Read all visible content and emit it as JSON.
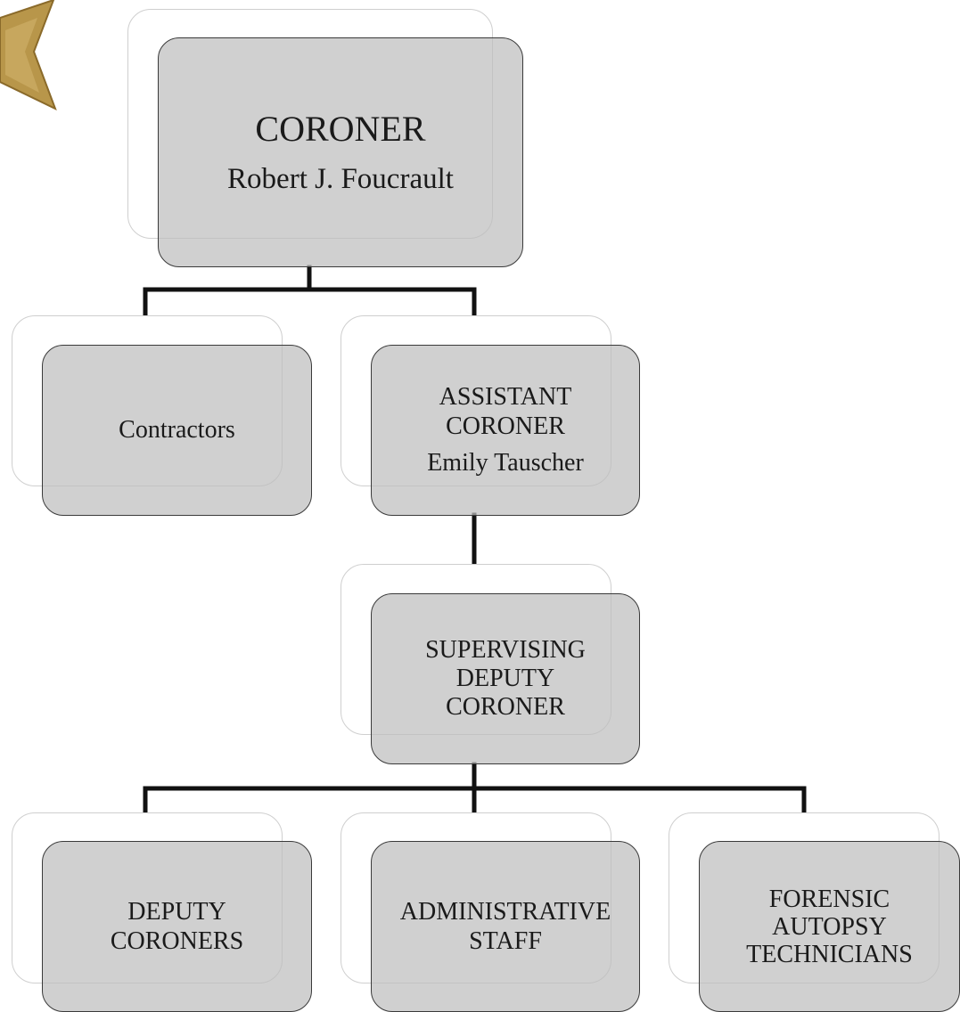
{
  "colors": {
    "node_fill": "#bdbdbd",
    "node_border": "#3a3a3a",
    "back_fill": "#ffffff",
    "connector": "#111111",
    "badge": "#b8964a"
  },
  "badge": {
    "icon": "star-badge-icon"
  },
  "nodes": {
    "coroner": {
      "title": "CORONER",
      "name": "Robert J. Foucrault"
    },
    "contractors": {
      "title": "Contractors"
    },
    "assistant_coroner": {
      "title": "ASSISTANT\nCORONER",
      "name": "Emily Tauscher"
    },
    "supervising_deputy": {
      "title": "SUPERVISING\nDEPUTY\nCORONER"
    },
    "deputy_coroners": {
      "title": "DEPUTY\nCORONERS"
    },
    "administrative_staff": {
      "title": "ADMINISTRATIVE\nSTAFF"
    },
    "forensic_technicians": {
      "title": "FORENSIC\nAUTOPSY\nTECHNICIANS"
    }
  }
}
